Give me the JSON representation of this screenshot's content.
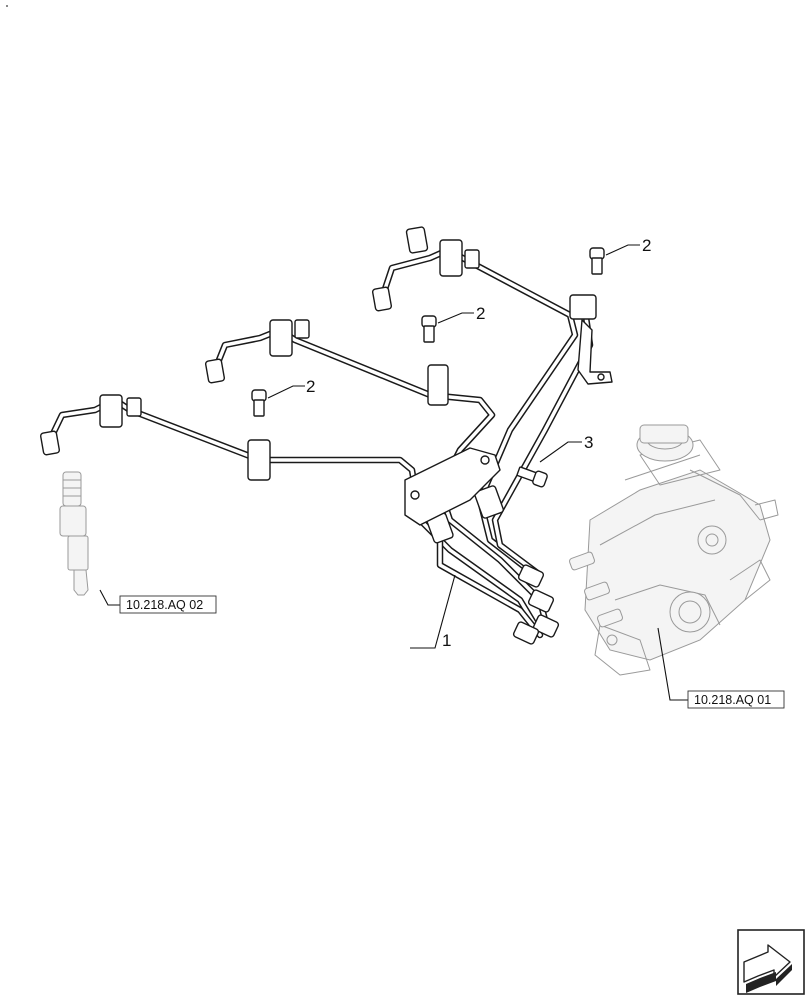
{
  "callouts": {
    "pipes": "1",
    "bolt_a": "2",
    "bolt_b": "2",
    "bolt_c": "2",
    "bracket_bolt": "3"
  },
  "references": {
    "injector": "10.218.AQ 02",
    "pump": "10.218.AQ 01"
  },
  "nav_icon": "next-page-arrow-icon"
}
